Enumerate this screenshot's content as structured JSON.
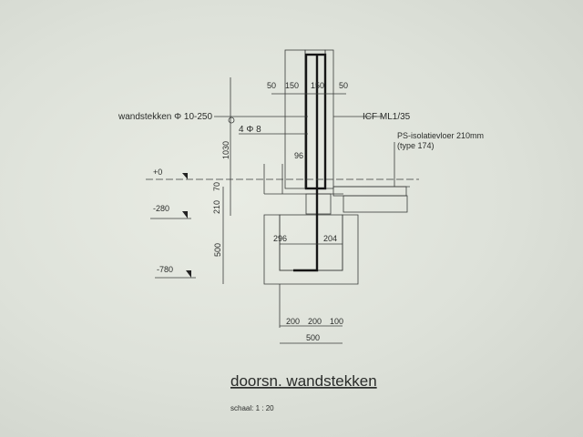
{
  "drawing": {
    "title": "doorsn. wandstekken",
    "scale": "schaal: 1 : 20",
    "labels": {
      "wall_rebar": "wandstekken Φ 10-250",
      "bars": "4 Φ 8",
      "icf": "ICF ML1/35",
      "floor_insulation": "PS-isolatievloer 210mm",
      "floor_type": "(type 174)"
    },
    "levels": [
      "+0",
      "-280",
      "-780"
    ],
    "dimensions": {
      "top": [
        "50",
        "150",
        "150",
        "50"
      ],
      "hook": "96",
      "height_total": "1030",
      "vertical": [
        "70",
        "210",
        "500"
      ],
      "footing_inner": [
        "296",
        "204"
      ],
      "bottom": [
        "200",
        "200",
        "100"
      ],
      "bottom_total": "500"
    }
  }
}
